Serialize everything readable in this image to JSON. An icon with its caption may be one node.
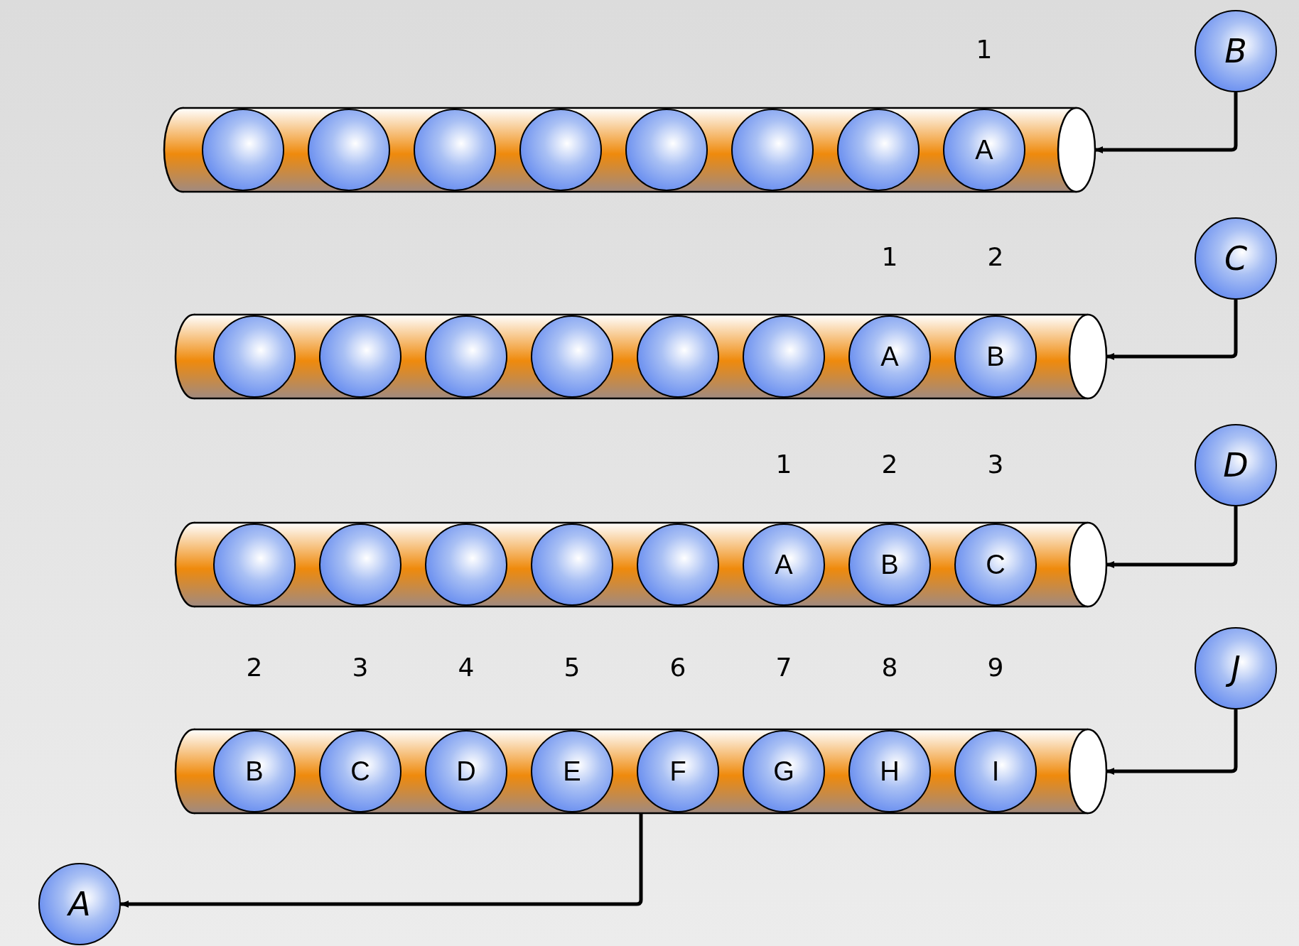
{
  "diagram": {
    "nodes": [
      {
        "text": [],
        "shape": "cylinder"
      },
      {
        "text": [],
        "shape": "circle",
        "in": 0
      },
      {
        "text": [],
        "shape": "circle",
        "in": 0
      },
      {
        "text": [],
        "shape": "circle",
        "in": 0
      },
      {
        "text": [],
        "shape": "circle",
        "in": 0
      },
      {
        "text": [],
        "shape": "circle",
        "in": 0
      },
      {
        "text": [],
        "shape": "circle",
        "in": 0
      },
      {
        "text": [],
        "shape": "circle",
        "in": 0
      },
      {
        "text": [
          "A"
        ],
        "in": 0,
        "beside": [
          "1"
        ]
      },
      {
        "text": [
          "B"
        ]
      },
      {
        "text": [],
        "shape": "cylinder"
      },
      {
        "text": [],
        "shape": "circle",
        "in": 10
      },
      {
        "text": [],
        "shape": "circle",
        "in": 10
      },
      {
        "text": [],
        "shape": "circle",
        "in": 10
      },
      {
        "text": [],
        "shape": "circle",
        "in": 10
      },
      {
        "text": [],
        "shape": "circle",
        "in": 10
      },
      {
        "text": [],
        "shape": "circle",
        "in": 10
      },
      {
        "text": [
          "A"
        ],
        "in": 10,
        "beside": [
          "1"
        ]
      },
      {
        "text": [
          "B"
        ],
        "in": 10,
        "beside": [
          "2"
        ]
      },
      {
        "text": [
          "C"
        ]
      },
      {
        "text": [],
        "shape": "cylinder"
      },
      {
        "text": [],
        "shape": "circle",
        "in": 20
      },
      {
        "text": [],
        "shape": "circle",
        "in": 20
      },
      {
        "text": [],
        "shape": "circle",
        "in": 20
      },
      {
        "text": [],
        "shape": "circle",
        "in": 20
      },
      {
        "text": [],
        "shape": "circle",
        "in": 20
      },
      {
        "text": [
          "A"
        ],
        "in": 20,
        "beside": [
          "1"
        ]
      },
      {
        "text": [
          "B"
        ],
        "in": 20,
        "beside": [
          "2"
        ]
      },
      {
        "text": [
          "C"
        ],
        "in": 20,
        "beside": [
          "3"
        ]
      },
      {
        "text": [
          "D"
        ]
      },
      {
        "text": [],
        "shape": "cylinder"
      },
      {
        "text": [
          "B"
        ],
        "in": 30,
        "beside": [
          "2"
        ]
      },
      {
        "text": [
          "C"
        ],
        "in": 30,
        "beside": [
          "3"
        ]
      },
      {
        "text": [
          "D"
        ],
        "in": 30,
        "beside": [
          "4"
        ]
      },
      {
        "text": [
          "E"
        ],
        "in": 30,
        "beside": [
          "5"
        ]
      },
      {
        "text": [
          "F"
        ],
        "in": 30,
        "beside": [
          "6"
        ]
      },
      {
        "text": [
          "G"
        ],
        "in": 30,
        "beside": [
          "7"
        ]
      },
      {
        "text": [
          "H"
        ],
        "in": 30,
        "beside": [
          "8"
        ]
      },
      {
        "text": [
          "I"
        ],
        "in": 30,
        "beside": [
          "9"
        ]
      },
      {
        "text": [
          "J"
        ]
      },
      {
        "text": [
          "A"
        ]
      }
    ],
    "edges": [
      {
        "from": 9,
        "to": 0,
        "arrow": "to"
      },
      {
        "from": 19,
        "to": 10,
        "arrow": "to"
      },
      {
        "from": 29,
        "to": 20,
        "arrow": "to"
      },
      {
        "from": 39,
        "to": 30,
        "arrow": "to"
      },
      {
        "from": 30,
        "to": 40,
        "arrow": "to"
      }
    ]
  }
}
